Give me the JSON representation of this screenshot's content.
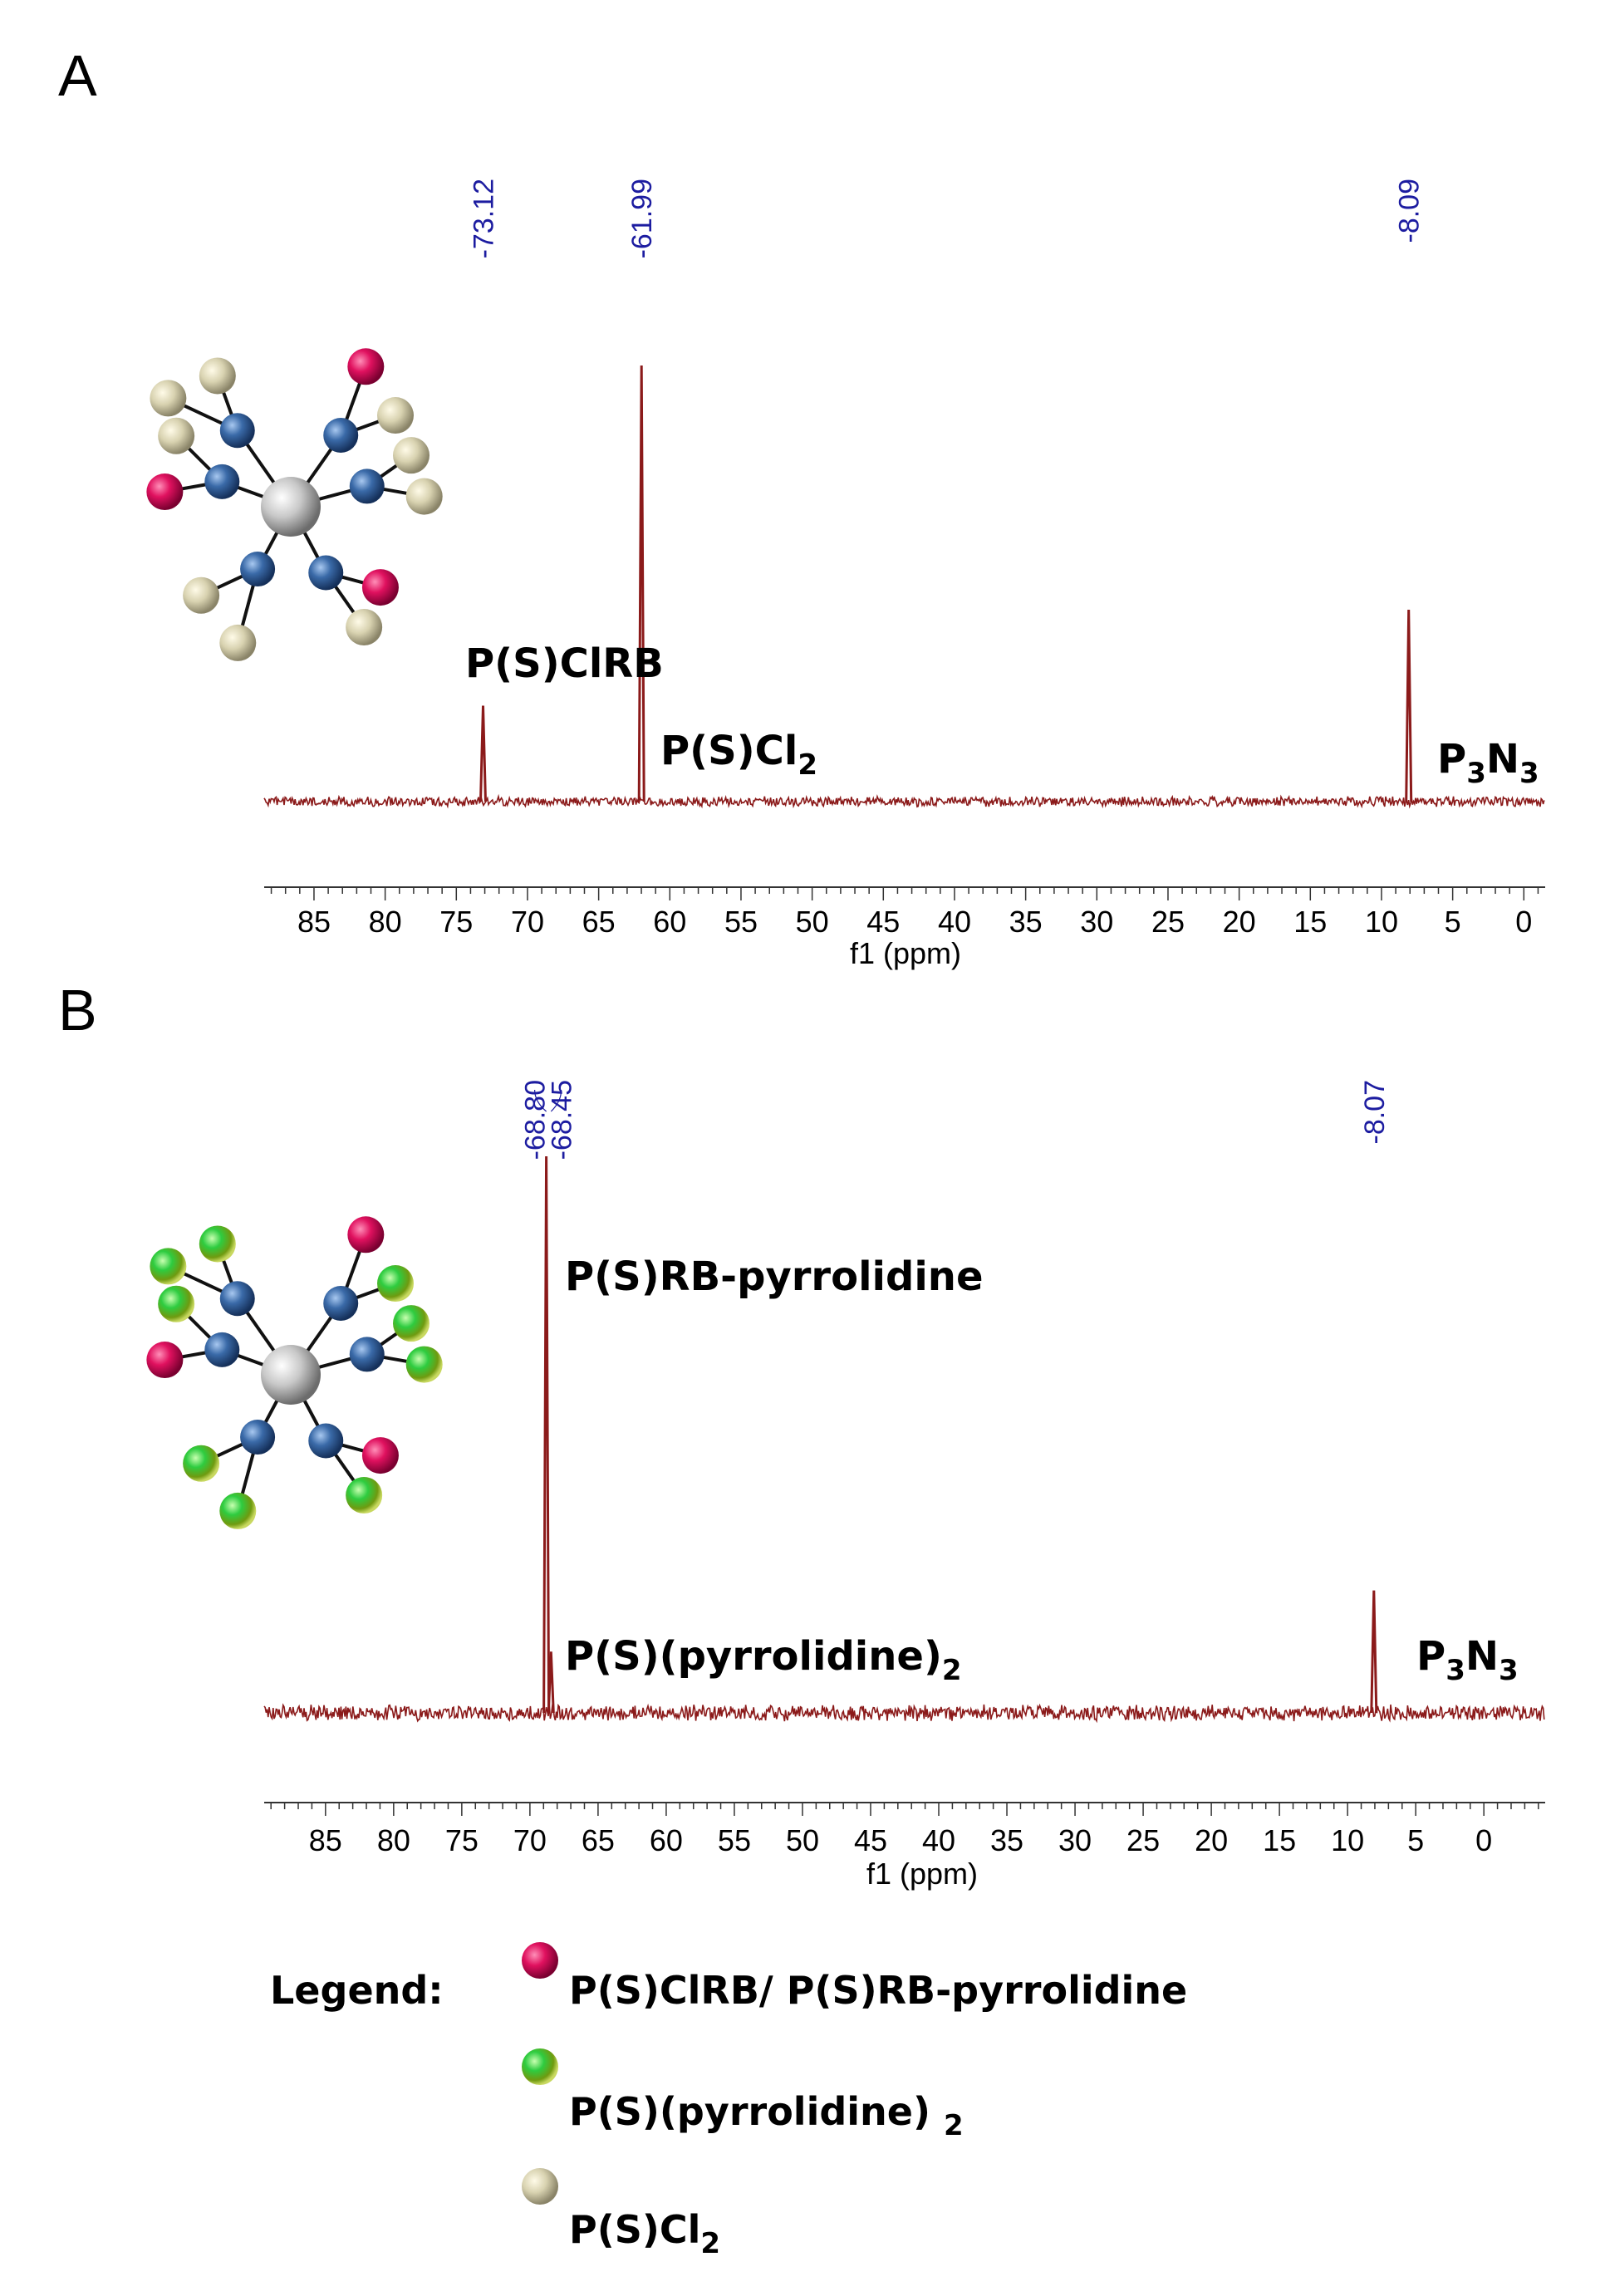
{
  "colors": {
    "spectrum": "#8b1a1a",
    "axis": "#333333",
    "peak_label": "#1c1ca0",
    "red_sphere": "#e0115f",
    "green_sphere": "#2ecc40",
    "tan_sphere": "#d8d2b0",
    "blue_sphere": "#3a6aa8",
    "core_sphere": "#c8c8c8"
  },
  "chart_data": [
    {
      "panel": "A",
      "type": "line",
      "xlabel": "f1 (ppm)",
      "xlim": [
        88.5,
        -1.5
      ],
      "x_reversed": true,
      "grid": false,
      "ticks": [
        85,
        80,
        75,
        70,
        65,
        60,
        55,
        50,
        45,
        40,
        35,
        30,
        25,
        20,
        15,
        10,
        5,
        0
      ],
      "tick_labels": [
        "85",
        "80",
        "75",
        "70",
        "65",
        "60",
        "55",
        "50",
        "45",
        "40",
        "35",
        "30",
        "25",
        "20",
        "15",
        "10",
        "5",
        "0"
      ],
      "peaks": [
        {
          "ppm": 73.12,
          "relative_height": 0.22
        },
        {
          "ppm": 61.99,
          "relative_height": 1.0
        },
        {
          "ppm": 8.09,
          "relative_height": 0.44
        }
      ],
      "peak_labels": [
        "73.12",
        "61.99",
        "8.09"
      ],
      "annotations": [
        {
          "text": "P(S)ClRB",
          "sub": "",
          "tail": ""
        },
        {
          "text": "P(S)Cl",
          "sub": "2",
          "tail": ""
        },
        {
          "text": "P",
          "sub": "3",
          "tail": "N",
          "sub2": "3"
        }
      ]
    },
    {
      "panel": "B",
      "type": "line",
      "xlabel": "f1 (ppm)",
      "xlim": [
        89.5,
        -4.5
      ],
      "x_reversed": true,
      "grid": false,
      "ticks": [
        85,
        80,
        75,
        70,
        65,
        60,
        55,
        50,
        45,
        40,
        35,
        30,
        25,
        20,
        15,
        10,
        5,
        0
      ],
      "tick_labels": [
        "85",
        "80",
        "75",
        "70",
        "65",
        "60",
        "55",
        "50",
        "45",
        "40",
        "35",
        "30",
        "25",
        "20",
        "15",
        "10",
        "5",
        "0"
      ],
      "peaks": [
        {
          "ppm": 68.8,
          "relative_height": 1.0
        },
        {
          "ppm": 68.45,
          "relative_height": 0.11
        },
        {
          "ppm": 8.07,
          "relative_height": 0.22
        }
      ],
      "peak_labels": [
        "68.80",
        "68.45",
        "8.07"
      ],
      "annotations": [
        {
          "text": "P(S)RB-pyrrolidine",
          "sub": "",
          "tail": ""
        },
        {
          "text": "P(S)(pyrrolidine)",
          "sub": "2",
          "tail": ""
        },
        {
          "text": "P",
          "sub": "3",
          "tail": "N",
          "sub2": "3"
        }
      ]
    }
  ],
  "panels": {
    "a_letter": "A",
    "b_letter": "B"
  },
  "legend": {
    "title": "Legend:",
    "items": [
      {
        "label": "P(S)ClRB/ P(S)RB-pyrrolidine",
        "sub": "",
        "color_key": "red_sphere"
      },
      {
        "label": "P(S)(pyrrolidine) ",
        "sub": "2",
        "color_key": "green_sphere"
      },
      {
        "label": "P(S)Cl",
        "sub": "2",
        "color_key": "tan_sphere"
      }
    ]
  }
}
